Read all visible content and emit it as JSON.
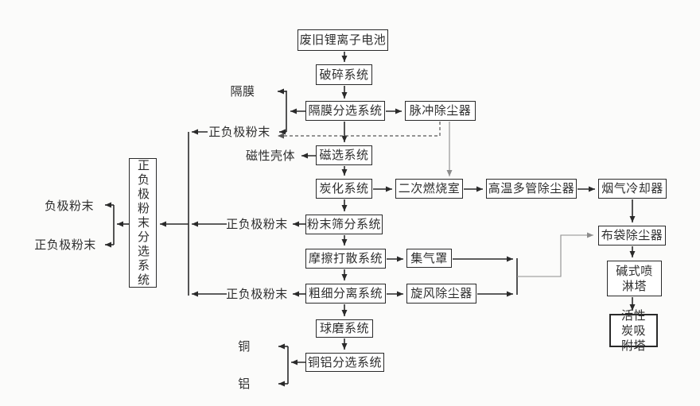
{
  "nodes": {
    "battery": {
      "label": "废旧锂离子电池"
    },
    "crush": {
      "label": "破碎系统"
    },
    "separator_sort": {
      "label": "隔膜分选系统"
    },
    "pulse_dust": {
      "label": "脉冲除尘器"
    },
    "magnetic_sort": {
      "label": "磁选系统"
    },
    "carbonization": {
      "label": "炭化系统"
    },
    "secondary_combustion": {
      "label": "二次燃烧室"
    },
    "hightemp_dust": {
      "label": "高温多管除尘器"
    },
    "flue_cooler": {
      "label": "烟气冷却器"
    },
    "bag_dust": {
      "label": "布袋除尘器"
    },
    "alkaline_spray": {
      "label": "碱式喷淋塔"
    },
    "activated_carbon": {
      "label": "活性炭吸附塔"
    },
    "powder_sieve": {
      "label": "粉末筛分系统"
    },
    "friction_scatter": {
      "label": "摩擦打散系统"
    },
    "gas_hood": {
      "label": "集气罩"
    },
    "coarse_fine": {
      "label": "粗细分离系统"
    },
    "cyclone_dust": {
      "label": "旋风除尘器"
    },
    "ball_mill": {
      "label": "球磨系统"
    },
    "cu_al_sort": {
      "label": "铜铝分选系统"
    },
    "powder_sort": {
      "label": "正负极粉末分选系统"
    }
  },
  "labels": {
    "separator_out": "隔膜",
    "pn_powder_top": "正负极粉末",
    "magnetic_shell": "磁性壳体",
    "pn_powder_mid": "正负极粉末",
    "pn_powder_bottom": "正负极粉末",
    "neg_powder": "负极粉末",
    "pn_powder_left": "正负极粉末",
    "copper": "铜",
    "aluminum": "铝"
  },
  "colors": {
    "background": "#fbfbfa",
    "box_border": "#2a2a2a",
    "text": "#2e2e2e",
    "line": "#2a2a2a",
    "thin_line": "#8c8c8c",
    "dashed_line": "#555555"
  }
}
